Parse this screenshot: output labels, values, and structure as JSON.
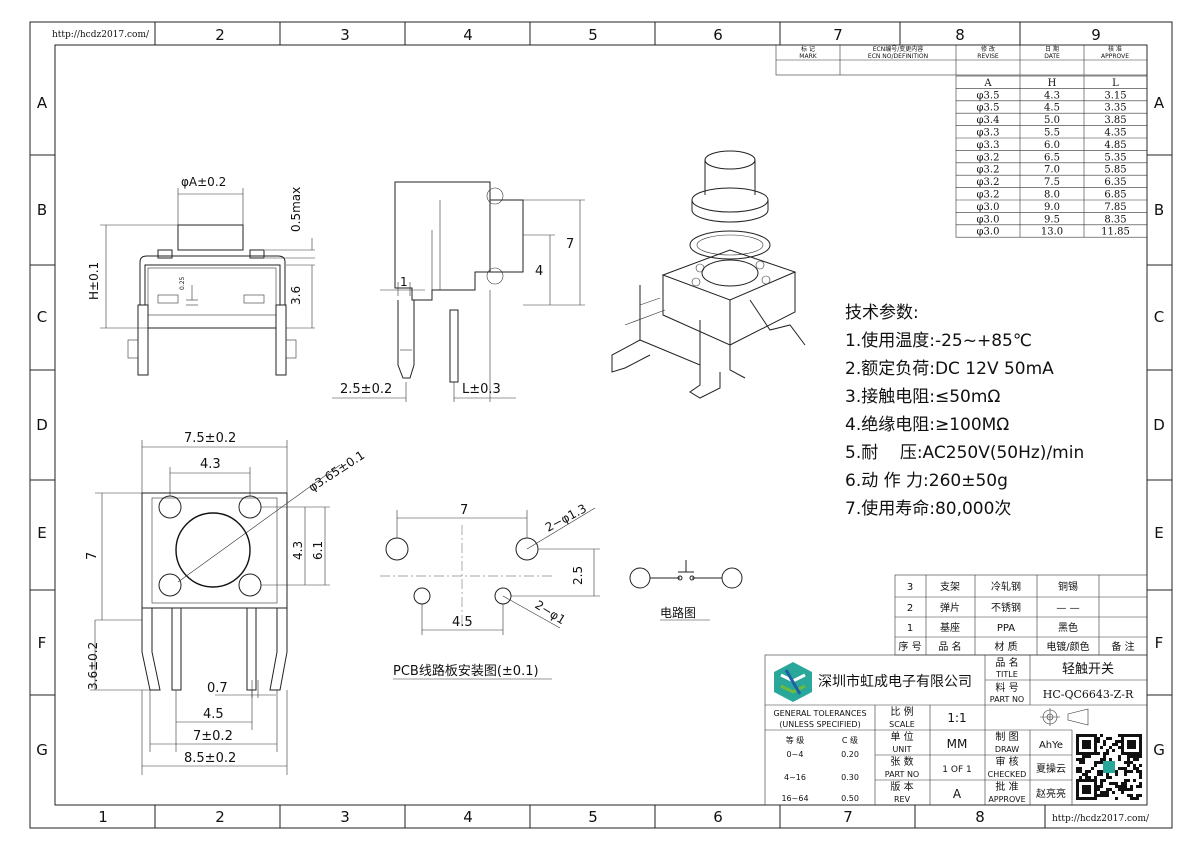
{
  "border": {
    "url_top": "http://hcdz2017.com/",
    "url_bottom": "http://hcdz2017.com/",
    "top_columns": [
      "2",
      "3",
      "4",
      "5",
      "6",
      "7",
      "8",
      "9"
    ],
    "bottom_columns": [
      "1",
      "2",
      "3",
      "4",
      "5",
      "6",
      "7",
      "8"
    ],
    "rows": [
      "A",
      "B",
      "C",
      "D",
      "E",
      "F",
      "G"
    ]
  },
  "revision_block": {
    "headers": [
      {
        "cn": "标 记",
        "en": "MARK"
      },
      {
        "cn": "ECN编号/变更内容",
        "en": "ECN NO/DEFINITION"
      },
      {
        "cn": "修 改",
        "en": "REVISE"
      },
      {
        "cn": "日 期",
        "en": "DATE"
      },
      {
        "cn": "核 准",
        "en": "APPROVE"
      }
    ]
  },
  "dimension_table": {
    "headers": [
      "A",
      "H",
      "L"
    ],
    "rows": [
      [
        "φ3.5",
        "4.3",
        "3.15"
      ],
      [
        "φ3.5",
        "4.5",
        "3.35"
      ],
      [
        "φ3.4",
        "5.0",
        "3.85"
      ],
      [
        "φ3.3",
        "5.5",
        "4.35"
      ],
      [
        "φ3.3",
        "6.0",
        "4.85"
      ],
      [
        "φ3.2",
        "6.5",
        "5.35"
      ],
      [
        "φ3.2",
        "7.0",
        "5.85"
      ],
      [
        "φ3.2",
        "7.5",
        "6.35"
      ],
      [
        "φ3.2",
        "8.0",
        "6.85"
      ],
      [
        "φ3.0",
        "9.0",
        "7.85"
      ],
      [
        "φ3.0",
        "9.5",
        "8.35"
      ],
      [
        "φ3.0",
        "13.0",
        "11.85"
      ]
    ]
  },
  "dims": {
    "phiA": "φA±0.2",
    "h01": "H±0.1",
    "max05": "0.5max",
    "d36a": "3.6",
    "small025": "0.25",
    "d1": "1",
    "d4": "4",
    "d7side": "7",
    "d25": "2.5±0.2",
    "l03": "L±0.3",
    "d75": "7.5±0.2",
    "d43top": "4.3",
    "phi365": "φ3.65±0.1",
    "d7left": "7",
    "d43right": "4.3",
    "d61": "6.1",
    "d36b": "3.6±0.2",
    "d07": "0.7",
    "d45": "4.5",
    "d702": "7±0.2",
    "d85": "8.5±0.2"
  },
  "pcb": {
    "d7": "7",
    "phi13": "2−φ1.3",
    "d25": "2.5",
    "d45": "4.5",
    "phi1": "2−φ1",
    "caption": "PCB线路板安装图(±0.1)"
  },
  "circuit": {
    "caption": "电路图"
  },
  "specs": {
    "title": "技术参数:",
    "items": [
      "1.使用温度:-25~+85℃",
      "2.额定负荷:DC 12V 50mA",
      "3.接触电阻:≤50mΩ",
      "4.绝缘电阻:≥100MΩ",
      "5.耐    压:AC250V(50Hz)/min",
      "6.动 作 力:260±50g",
      "7.使用寿命:80,000次"
    ]
  },
  "bom": {
    "rows": [
      [
        "3",
        "支架",
        "冷轧钢",
        "铜锡",
        ""
      ],
      [
        "2",
        "弹片",
        "不锈钢",
        "— —",
        ""
      ],
      [
        "1",
        "基座",
        "PPA",
        "黑色",
        ""
      ]
    ],
    "header": [
      "序 号",
      "品 名",
      "材 质",
      "电镀/颜色",
      "备 注"
    ]
  },
  "title_block": {
    "company": "深圳市虹成电子有限公司",
    "name_label_cn": "品 名",
    "name_label_en": "TITLE",
    "name_value": "轻触开关",
    "part_label_cn": "料 号",
    "part_label_en": "PART NO",
    "part_value": "HC-QC6643-Z-R",
    "tol_title1": "GENERAL  TOLERANCES",
    "tol_title2": "(UNLESS  SPECIFIED)",
    "tol_h1": "等   级",
    "tol_h2": "C   级",
    "tol_rows": [
      [
        "0~4",
        "0.20"
      ],
      [
        "4~16",
        "0.30"
      ],
      [
        "16~64",
        "0.50"
      ]
    ],
    "scale_cn": "比 例",
    "scale_en": "SCALE",
    "scale_value": "1:1",
    "unit_cn": "单 位",
    "unit_en": "UNIT",
    "unit_value": "MM",
    "draw_cn": "制 图",
    "draw_en": "DRAW",
    "draw_value": "AhYe",
    "sheet_cn": "张 数",
    "sheet_en": "PART NO",
    "sheet_value": "1 OF 1",
    "check_cn": "审 核",
    "check_en": "CHECKED",
    "check_value": "夏操云",
    "rev_cn": "版 本",
    "rev_en": "REV",
    "rev_value": "A",
    "approve_cn": "批 准",
    "approve_en": "APPROVE",
    "approve_value": "赵亮亮"
  },
  "colors": {
    "logo_teal": "#2aa79b",
    "logo_blue": "#1d5fa8",
    "logo_green": "#6dbb3d"
  }
}
